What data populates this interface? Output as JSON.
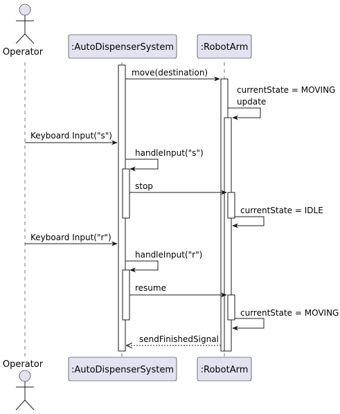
{
  "participants": {
    "operator": {
      "name": "Operator"
    },
    "system": {
      "name": ":AutoDispenserSystem"
    },
    "arm": {
      "name": ":RobotArm"
    }
  },
  "messages": [
    {
      "label": "move(destination)",
      "from": "system",
      "to": "arm",
      "style": "solid"
    },
    {
      "label": "currentState = MOVING",
      "from": "arm",
      "to": "arm",
      "style": "note"
    },
    {
      "label": "update",
      "from": "arm",
      "to": "arm",
      "style": "self"
    },
    {
      "label": "Keyboard Input(\"s\")",
      "from": "operator",
      "to": "system",
      "style": "solid"
    },
    {
      "label": "handleInput(\"s\")",
      "from": "system",
      "to": "system",
      "style": "self"
    },
    {
      "label": "stop",
      "from": "system",
      "to": "arm",
      "style": "solid"
    },
    {
      "label": "currentState = IDLE",
      "from": "arm",
      "to": "arm",
      "style": "self"
    },
    {
      "label": "Keyboard Input(\"r\")",
      "from": "operator",
      "to": "system",
      "style": "solid"
    },
    {
      "label": "handleInput(\"r\")",
      "from": "system",
      "to": "system",
      "style": "self"
    },
    {
      "label": "resume",
      "from": "system",
      "to": "arm",
      "style": "solid"
    },
    {
      "label": "currentState = MOVING",
      "from": "arm",
      "to": "arm",
      "style": "self"
    },
    {
      "label": "sendFinishedSignal",
      "from": "arm",
      "to": "system",
      "style": "dashed"
    }
  ]
}
